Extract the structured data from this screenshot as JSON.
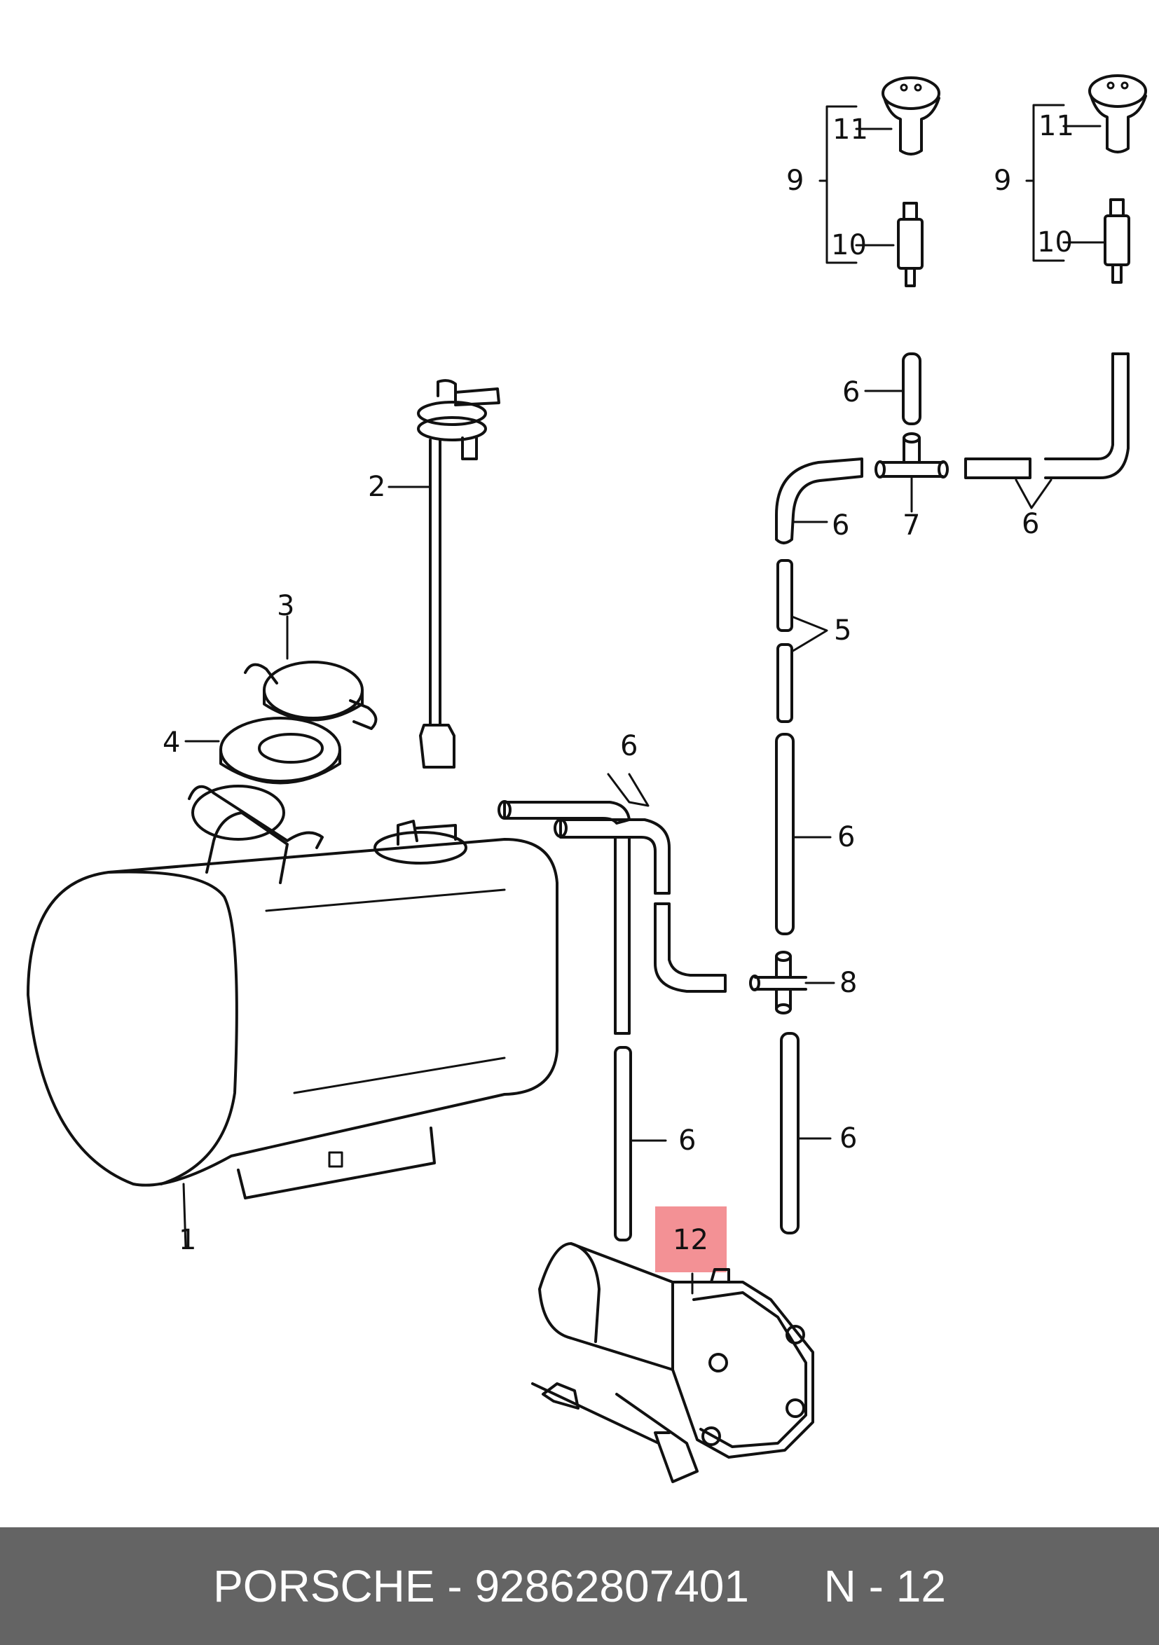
{
  "callouts": {
    "c1": "1",
    "c2": "2",
    "c3": "3",
    "c4": "4",
    "c5": "5",
    "c6": "6",
    "c7": "7",
    "c8": "8",
    "c9": "9",
    "c10": "10",
    "c11": "11",
    "c12": "12"
  },
  "highlight_color": "#f28b8f",
  "footer": {
    "brand": "PORSCHE",
    "separator": " - ",
    "part_number": "92862807401",
    "position_label": "N - 12"
  }
}
